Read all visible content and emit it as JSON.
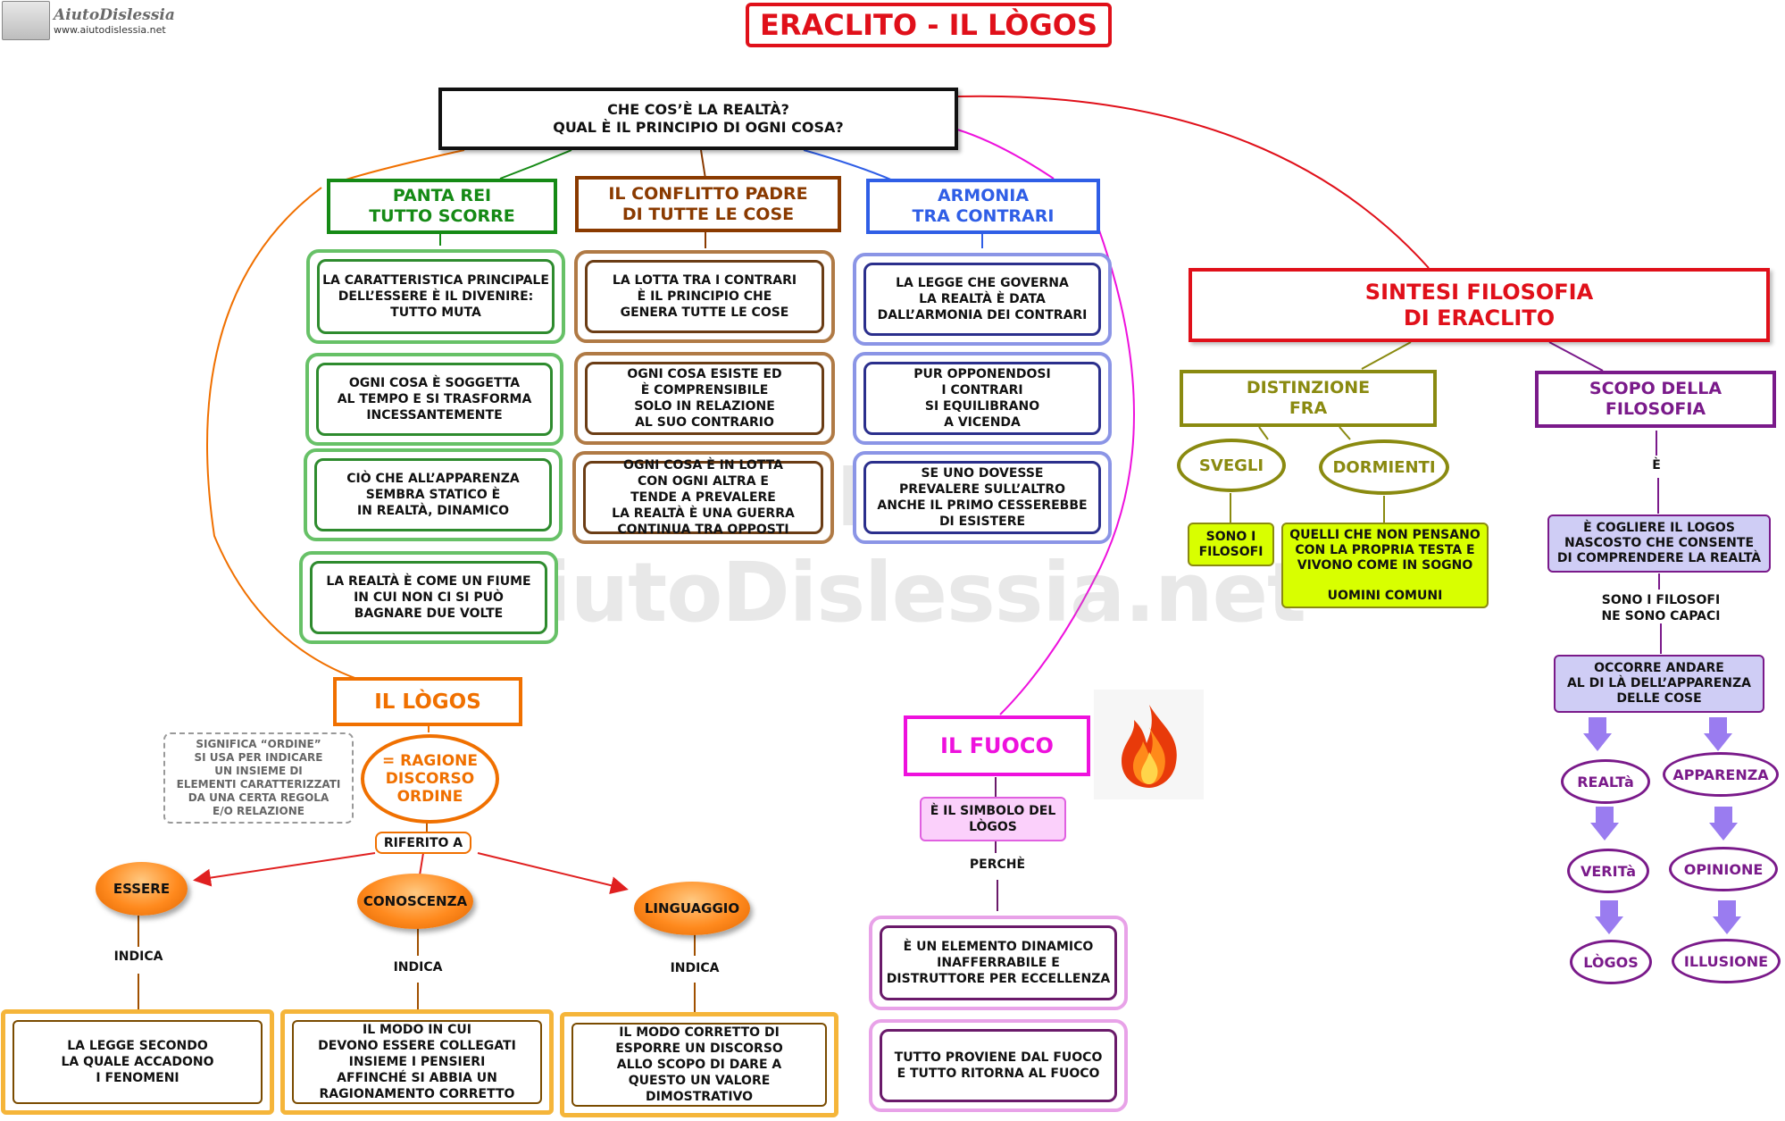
{
  "colors": {
    "title_red": "#e0101a",
    "green": "#158a15",
    "brown": "#8a3a00",
    "blue": "#2f5ee6",
    "orange": "#f07000",
    "magenta": "#ee11dd",
    "olive": "#8a8a10",
    "purple": "#7a1a8a",
    "lime": "#d8ff00",
    "lavender": "#cfcdf5"
  },
  "logo": {
    "name": "AiutoDislessia",
    "url": "www.aiutodislessia.net"
  },
  "watermark": "By AiutoDislessia.net",
  "title": "ERACLITO - IL LÒGOS",
  "question": "CHE COS’È LA REALTÀ?\nQUAL È IL PRINCIPIO DI OGNI COSA?",
  "columns": {
    "panta": {
      "header": "PANTA REI\nTUTTO SCORRE",
      "items": [
        "LA CARATTERISTICA PRINCIPALE\nDELL’ESSERE È IL DIVENIRE:\nTUTTO MUTA",
        "OGNI COSA È SOGGETTA\nAL  TEMPO E SI TRASFORMA\nINCESSANTEMENTE",
        "CIÒ CHE ALL’APPARENZA\nSEMBRA STATICO È\nIN REALTÀ, DINAMICO",
        "LA REALTÀ È COME UN FIUME\nIN CUI NON CI SI PUÒ\nBAGNARE DUE VOLTE"
      ]
    },
    "conflitto": {
      "header": "IL CONFLITTO PADRE\nDI TUTTE LE COSE",
      "items": [
        "LA LOTTA TRA I CONTRARI\nÈ IL PRINCIPIO CHE\nGENERA TUTTE LE COSE",
        "OGNI COSA ESISTE ED\nÈ COMPRENSIBILE\nSOLO IN RELAZIONE\nAL SUO CONTRARIO",
        "OGNI COSA È IN LOTTA\nCON OGNI ALTRA E\nTENDE A PREVALERE\nLA REALTÀ È UNA GUERRA\nCONTINUA TRA OPPOSTI"
      ]
    },
    "armonia": {
      "header": "ARMONIA\nTRA CONTRARI",
      "items": [
        "LA LEGGE CHE GOVERNA\nLA REALTÀ È DATA\nDALL’ARMONIA DEI CONTRARI",
        "PUR OPPONENDOSI\nI CONTRARI\nSI EQUILIBRANO\nA VICENDA",
        "SE UNO DOVESSE\nPREVALERE SULL’ALTRO\nANCHE IL PRIMO CESSEREBBE\nDI ESISTERE"
      ]
    }
  },
  "logos": {
    "title": "IL LÒGOS",
    "note": "SIGNIFICA “ORDINE”\nSI USA PER INDICARE\nUN INSIEME DI\nELEMENTI CARATTERIZZATI\nDA UNA CERTA REGOLA\nE/O RELAZIONE",
    "meaning": "= RAGIONE\nDISCORSO\nORDINE",
    "riferito": "RIFERITO A",
    "indica": "INDICA",
    "branches": [
      {
        "label": "ESSERE",
        "text": "LA LEGGE SECONDO\nLA QUALE ACCADONO\nI FENOMENI"
      },
      {
        "label": "CONOSCENZA",
        "text": "IL MODO IN CUI\nDEVONO ESSERE COLLEGATI\nINSIEME I PENSIERI\nAFFINCHÉ SI ABBIA UN\nRAGIONAMENTO CORRETTO"
      },
      {
        "label": "LINGUAGGIO",
        "text": "IL MODO CORRETTO DI\nESPORRE UN DISCORSO\nALLO SCOPO DI DARE A\nQUESTO UN VALORE DIMOSTRATIVO"
      }
    ]
  },
  "fuoco": {
    "title": "IL FUOCO",
    "symbol": "È IL SIMBOLO DEL\nLÒGOS",
    "perche": "PERCHÈ",
    "items": [
      "È UN ELEMENTO DINAMICO\nINAFFERRABILE E\nDISTRUTTORE PER ECCELLENZA",
      "TUTTO PROVIENE DAL FUOCO\nE TUTTO RITORNA AL FUOCO"
    ]
  },
  "sintesi": {
    "title": "SINTESI FILOSOFIA\nDI ERACLITO",
    "distinzione": "DISTINZIONE\nFRA",
    "svegli": "SVEGLI",
    "dormienti": "DORMIENTI",
    "filosofi": "SONO I\nFILOSOFI",
    "comuni": "QUELLI CHE NON PENSANO\nCON LA PROPRIA TESTA E\nVIVONO COME IN SOGNO\n\nUOMINI COMUNI",
    "scopo": "SCOPO DELLA\nFILOSOFIA",
    "e": "È",
    "cogliere": "È COGLIERE IL LOGOS\nNASCOSTO CHE CONSENTE\nDI COMPRENDERE LA REALTÀ",
    "capaci": "SONO I FILOSOFI\nNE SONO CAPACI",
    "occorre": "OCCORRE ANDARE\nAL DI LÀ DELL’APPARENZA\nDELLE COSE",
    "left_chain": [
      "REALTà",
      "VERITà",
      "LÒGOS"
    ],
    "right_chain": [
      "APPARENZA",
      "OPINIONE",
      "ILLUSIONE"
    ]
  }
}
